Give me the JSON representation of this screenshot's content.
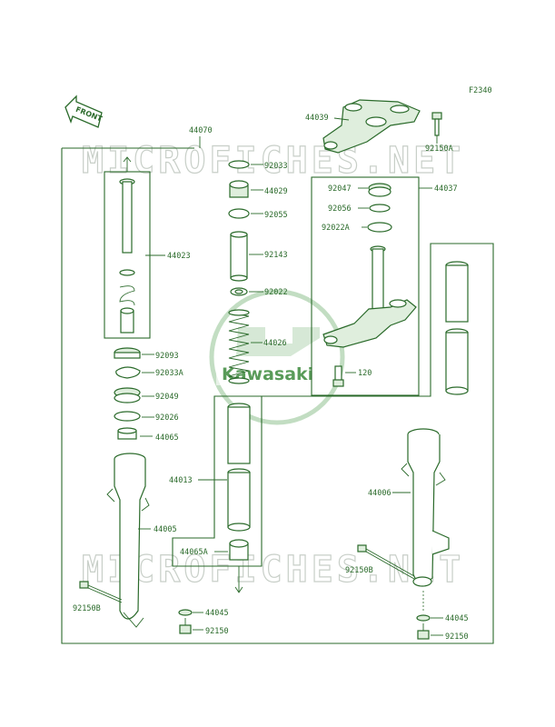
{
  "figure_code": "F2340",
  "front_label": "FRONT",
  "watermark": {
    "top": "MICROFICHES.NET",
    "bottom": "MICROFICHES.NET",
    "logo": "Kawasaki"
  },
  "labels": {
    "p44039": "44039",
    "p92150A": "92150A",
    "p44070": "44070",
    "p92033": "92033",
    "p44029": "44029",
    "p92055": "92055",
    "p44023": "44023",
    "p92143": "92143",
    "p92022": "92022",
    "p44026": "44026",
    "p92093": "92093",
    "p92033A": "92033A",
    "p92049": "92049",
    "p92026": "92026",
    "p44065": "44065",
    "p44013": "44013",
    "p44005": "44005",
    "p44065A": "44065A",
    "p92150B_left": "92150B",
    "p44045_left": "44045",
    "p92150_left": "92150",
    "p44037": "44037",
    "p92047": "92047",
    "p92056": "92056",
    "p92022A": "92022A",
    "p120": "120",
    "p44006": "44006",
    "p92150B_right": "92150B",
    "p44045_right": "44045",
    "p92150_right": "92150"
  }
}
